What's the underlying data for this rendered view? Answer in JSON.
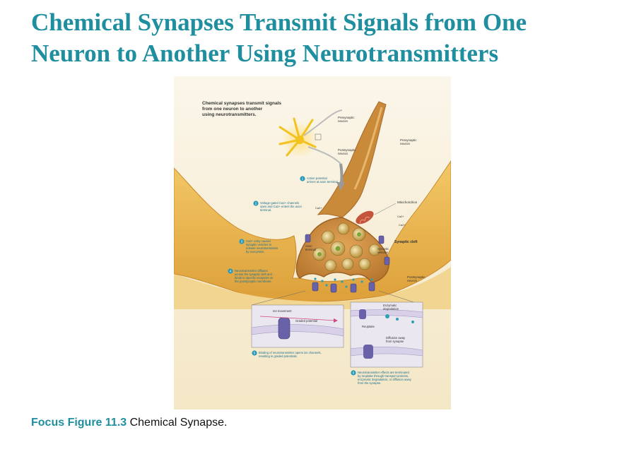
{
  "slide": {
    "title_line1": "Chemical Synapses Transmit Signals from One",
    "title_line2": "Neuron to Another Using Neurotransmitters"
  },
  "caption": {
    "label": "Focus Figure 11.3",
    "text": " Chemical Synapse."
  },
  "figure": {
    "heading": [
      "Chemical synapses transmit signals",
      "from one neuron to another",
      "using neurotransmitters."
    ],
    "inset_labels": {
      "presynaptic": [
        "Presynaptic",
        "neuron"
      ],
      "postsynaptic": [
        "Postsynaptic",
        "neuron"
      ]
    },
    "labels": {
      "presynaptic_neuron": [
        "Presynaptic",
        "neuron"
      ],
      "mitochondrion": "Mitochondrion",
      "synaptic_cleft": "Synaptic cleft",
      "axon_terminal": [
        "Axon",
        "terminal"
      ],
      "synaptic_vesicles": [
        "Synaptic",
        "vesicles"
      ],
      "postsynaptic_neuron": [
        "Postsynaptic",
        "neuron"
      ],
      "ca1": "Ca2+",
      "ca2": "Ca2+",
      "ca3": "Ca2+"
    },
    "steps": [
      {
        "num": "1",
        "lines": [
          "Action potential",
          "arrives at axon terminal."
        ]
      },
      {
        "num": "2",
        "lines": [
          "Voltage-gated Ca2+ channels",
          "open and Ca2+ enters the axon",
          "terminal."
        ]
      },
      {
        "num": "3",
        "lines": [
          "Ca2+ entry causes",
          "synaptic vesicles to",
          "release neurotransmitter",
          "by exocytosis."
        ]
      },
      {
        "num": "4",
        "lines": [
          "Neurotransmitter diffuses",
          "across the synaptic cleft and",
          "binds to specific receptors on",
          "the postsynaptic membrane."
        ]
      },
      {
        "num": "5",
        "lines": [
          "Binding of neurotransmitter opens ion channels,",
          "resulting in graded potentials."
        ]
      },
      {
        "num": "6",
        "lines": [
          "Neurotransmitter effects are terminated",
          "by reuptake through transport proteins,",
          "enzymatic degradation, or diffusion away",
          "from the synapse."
        ]
      }
    ],
    "panel5_labels": {
      "ion_movement": "Ion movement",
      "graded_potential": "Graded potential"
    },
    "panel6_labels": {
      "enzymatic": [
        "Enzymatic",
        "degradation"
      ],
      "reuptake": "Reuptake",
      "diffusion": [
        "Diffusion away",
        "from synapse"
      ]
    }
  }
}
